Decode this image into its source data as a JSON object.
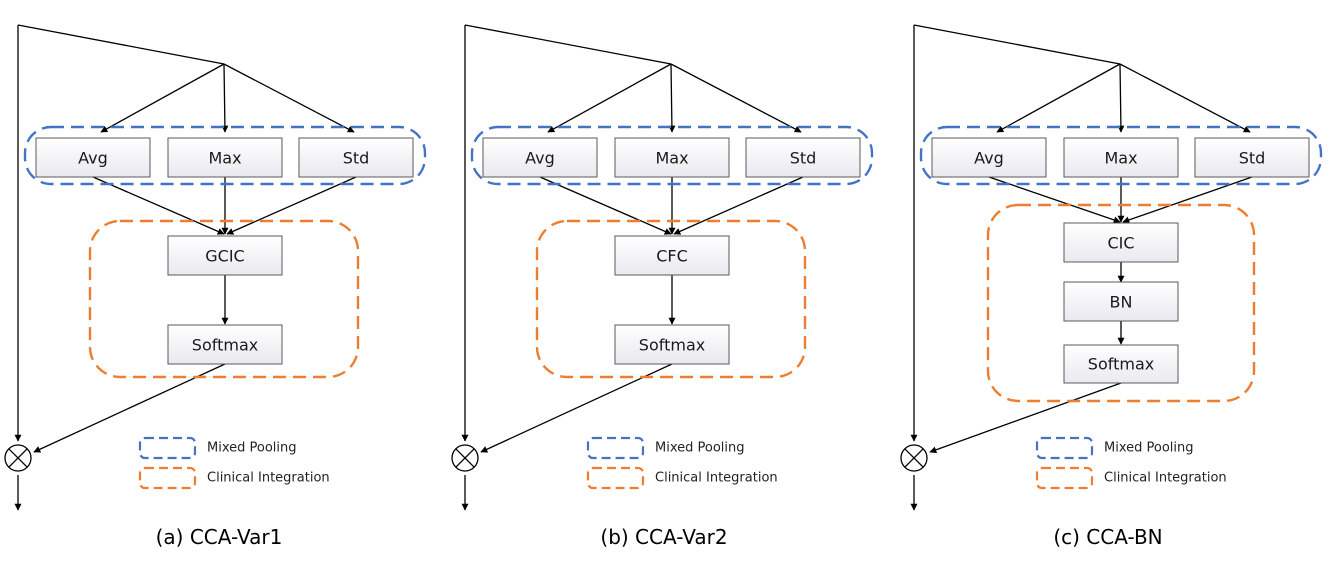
{
  "panels": [
    {
      "caption": "(a) CCA-Var1",
      "pooling": [
        "Avg",
        "Max",
        "Std"
      ],
      "integration": [
        "GCIC",
        "Softmax"
      ],
      "legend": {
        "mixed_pooling": "Mixed Pooling",
        "clinical_integration": "Clinical Integration"
      }
    },
    {
      "caption": "(b) CCA-Var2",
      "pooling": [
        "Avg",
        "Max",
        "Std"
      ],
      "integration": [
        "CFC",
        "Softmax"
      ],
      "legend": {
        "mixed_pooling": "Mixed Pooling",
        "clinical_integration": "Clinical Integration"
      }
    },
    {
      "caption": "(c) CCA-BN",
      "pooling": [
        "Avg",
        "Max",
        "Std"
      ],
      "integration": [
        "CIC",
        "BN",
        "Softmax"
      ],
      "legend": {
        "mixed_pooling": "Mixed Pooling",
        "clinical_integration": "Clinical Integration"
      }
    }
  ],
  "colors": {
    "mixed_pooling": "#4472c4",
    "clinical_integration": "#ed7d31",
    "box_top": "#ffffff",
    "box_bottom": "#e9e9ef",
    "edges": "#000000"
  },
  "icons": {
    "multiply": "circled-times-icon"
  }
}
